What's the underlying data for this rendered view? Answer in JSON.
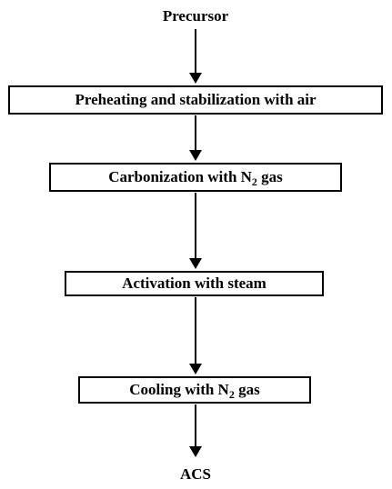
{
  "diagram": {
    "start": "Precursor",
    "steps": [
      {
        "text": "Preheating and stabilization with air"
      },
      {
        "text": "Carbonization with N",
        "subscript": "2",
        "suffix": " gas"
      },
      {
        "text": "Activation with steam"
      },
      {
        "text": "Cooling with N",
        "subscript": "2",
        "suffix": " gas"
      }
    ],
    "end": "ACS"
  }
}
